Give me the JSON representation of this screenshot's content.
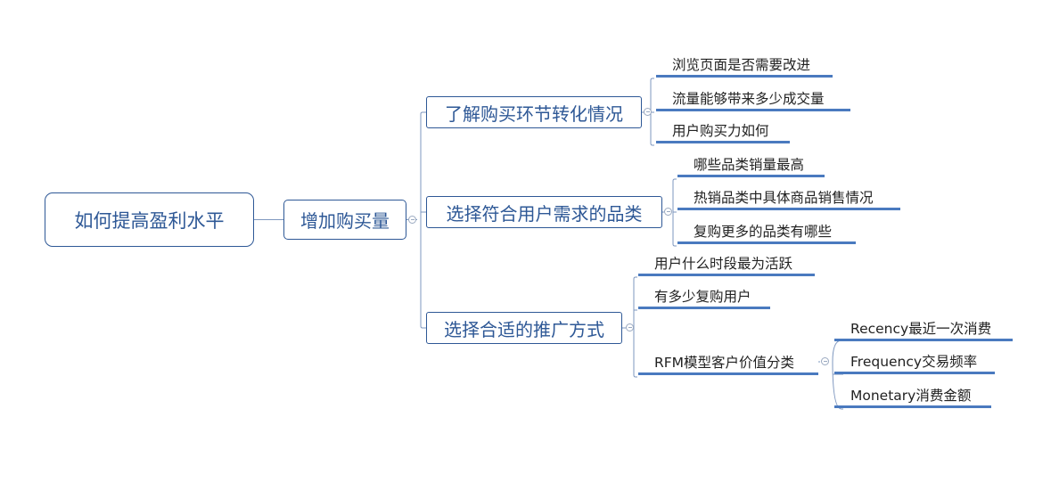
{
  "mindmap": {
    "root": "如何提高盈利水平",
    "level1": "增加购买量",
    "branches": [
      {
        "label": "了解购买环节转化情况",
        "children": [
          "浏览页面是否需要改进",
          "流量能够带来多少成交量",
          "用户购买力如何"
        ]
      },
      {
        "label": "选择符合用户需求的品类",
        "children": [
          "哪些品类销量最高",
          "热销品类中具体商品销售情况",
          "复购更多的品类有哪些"
        ]
      },
      {
        "label": "选择合适的推广方式",
        "children": [
          "用户什么时段最为活跃",
          "有多少复购用户",
          "RFM模型客户价值分类"
        ],
        "rfm": [
          "Recency最近一次消费",
          "Frequency交易频率",
          "Monetary消费金额"
        ]
      }
    ]
  },
  "colors": {
    "box_border": "#2e5896",
    "box_text": "#2e5896",
    "leaf_underline": "#4a7abf",
    "connector": "#7e97bf",
    "leaf_text": "#222222"
  }
}
